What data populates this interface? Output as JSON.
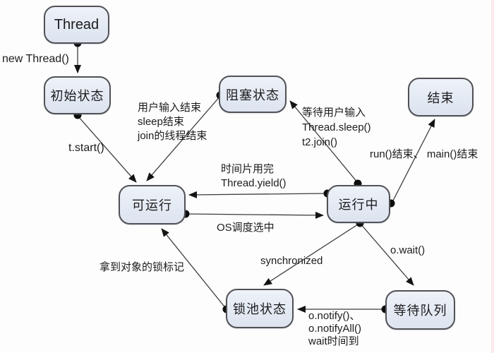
{
  "nodes": [
    {
      "id": "thread",
      "label": "Thread"
    },
    {
      "id": "initial",
      "label": "初始状态"
    },
    {
      "id": "blocked",
      "label": "阻塞状态"
    },
    {
      "id": "terminated",
      "label": "结束"
    },
    {
      "id": "runnable",
      "label": "可运行"
    },
    {
      "id": "running",
      "label": "运行中"
    },
    {
      "id": "lock-pool",
      "label": "锁池状态"
    },
    {
      "id": "wait-queue",
      "label": "等待队列"
    }
  ],
  "edge_labels": [
    {
      "id": "new-thread",
      "text": "new Thread()"
    },
    {
      "id": "t-start",
      "text": "t.start()"
    },
    {
      "id": "blocked-to-runnable",
      "text": "用户输入结束\nsleep结束\njoin的线程结束"
    },
    {
      "id": "running-to-blocked",
      "text": "等待用户输入\nThread.sleep()\nt2.join()"
    },
    {
      "id": "to-terminated",
      "text": "run()结束、 main()结束"
    },
    {
      "id": "yield",
      "text": "时间片用完\nThread.yield()"
    },
    {
      "id": "os-selected",
      "text": "OS调度选中"
    },
    {
      "id": "o-wait",
      "text": "o.wait()"
    },
    {
      "id": "synchronized",
      "text": "synchronized"
    },
    {
      "id": "acquire-lock",
      "text": "拿到对象的锁标记"
    },
    {
      "id": "notify",
      "text": "o.notify()、\no.notifyAll()\nwait时间到"
    }
  ],
  "colors": {
    "node_fill_top": "#eef2f8",
    "node_fill_bottom": "#dde4ef",
    "node_border": "#515156",
    "edge_line": "#3d3d3d",
    "arrowhead": "#141414",
    "text": "#1c1c1e",
    "background": "#fdfdfd"
  }
}
